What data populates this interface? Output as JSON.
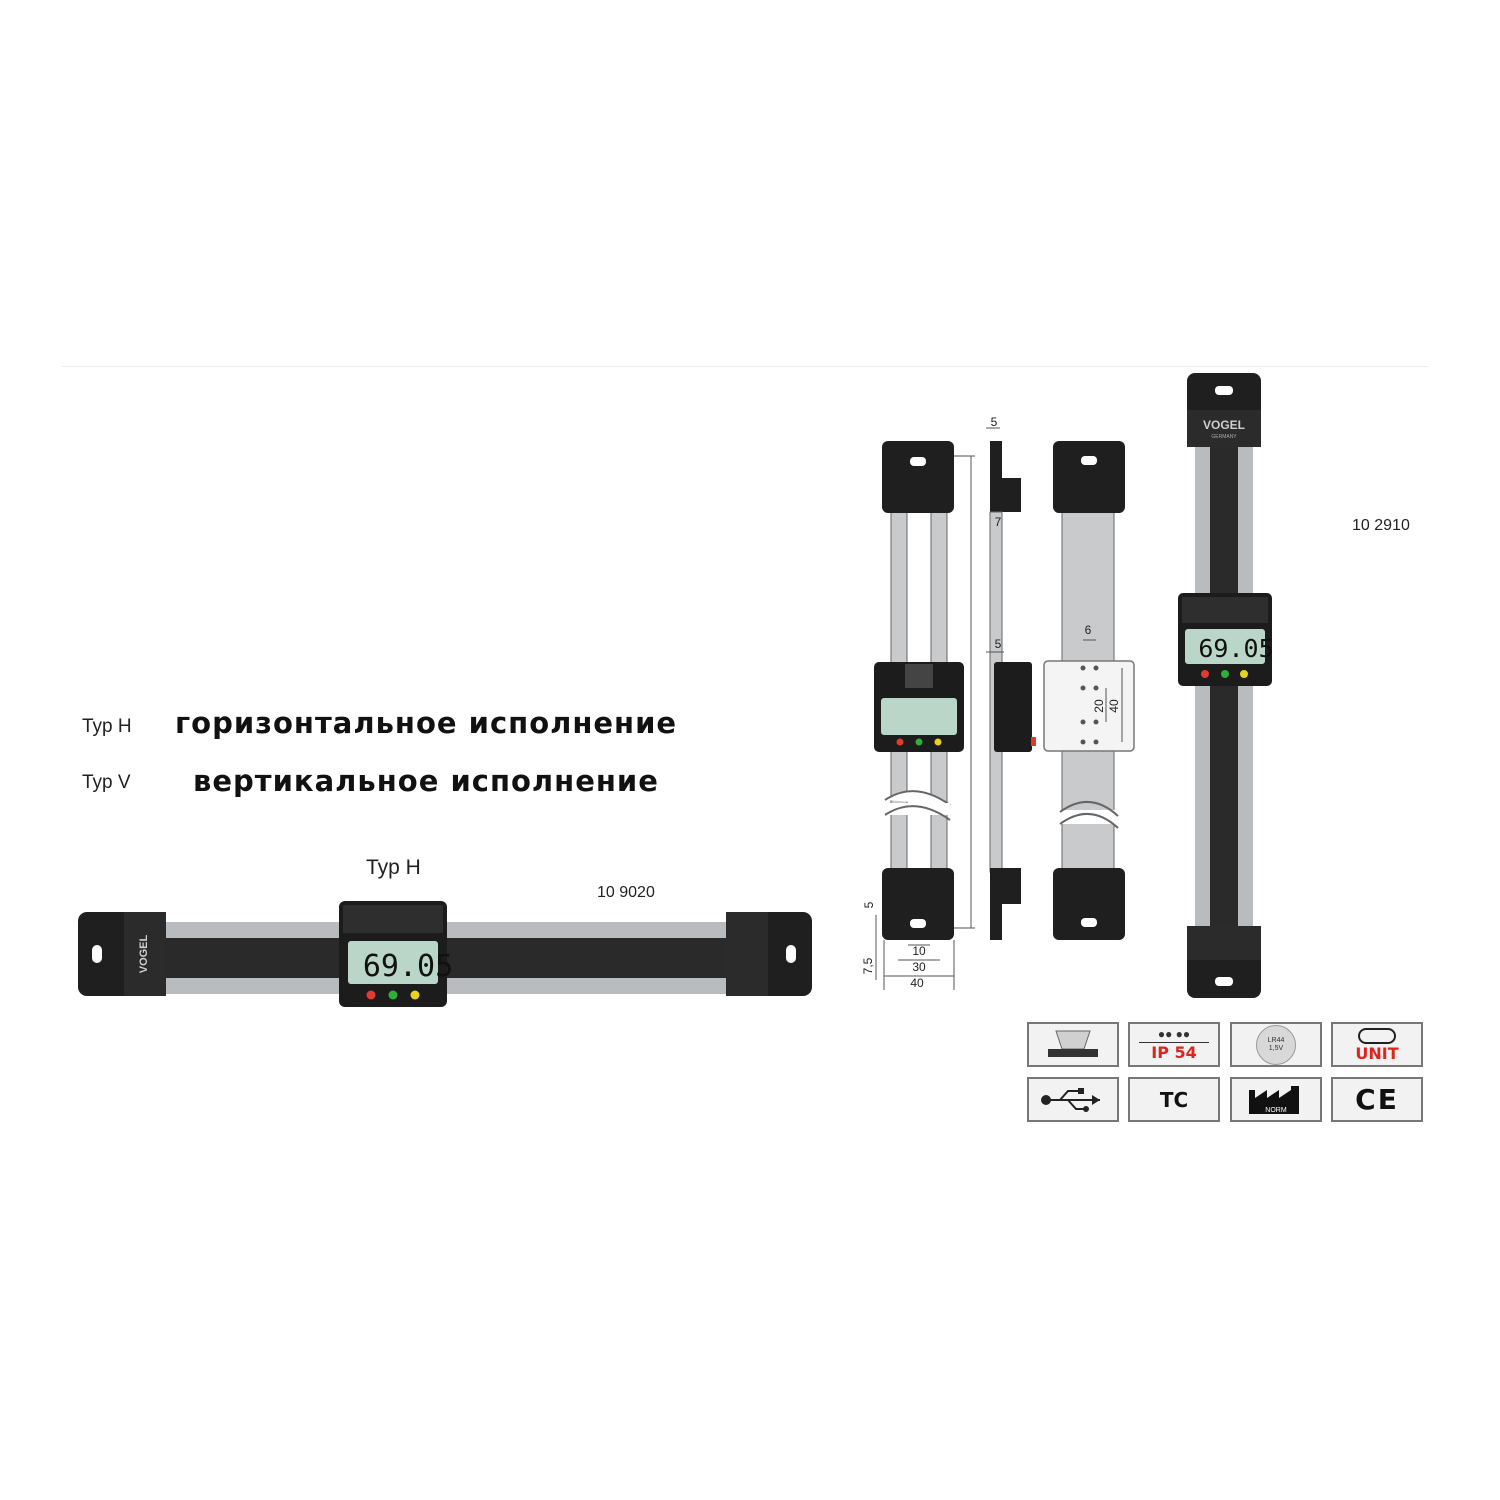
{
  "labels": {
    "typ_h_prefix": "Typ H",
    "typ_h_text": "горизонтальное исполнение",
    "typ_v_prefix": "Typ V",
    "typ_v_text": "вертикальное исполнение",
    "typ_h_caption": "Typ H"
  },
  "articles": {
    "horizontal": "10 9020",
    "vertical": "10 2910"
  },
  "display": {
    "reading": "69.05",
    "brand": "VOGEL",
    "brand_sub": "GERMANY",
    "button_colors": [
      "#e23b2e",
      "#2fae3c",
      "#e8d21c"
    ]
  },
  "dimensions": {
    "top_thickness": "5",
    "step": "7",
    "mid_thickness": "5",
    "hole_spacing": "6",
    "hole_pitch": "20",
    "hole_span": "40",
    "bottom_offset": "5",
    "bottom_height": "7,5",
    "width_inner": "10",
    "width_mid": "30",
    "width_outer": "40"
  },
  "badges": [
    {
      "icon": "measuring-surface-icon",
      "text": ""
    },
    {
      "icon": "water-drops-icon",
      "text": "IP 54"
    },
    {
      "icon": "battery-icon",
      "text": "LR44\n1,5V"
    },
    {
      "icon": "unit-switch-icon",
      "text": "UNIT"
    },
    {
      "icon": "usb-icon",
      "text": ""
    },
    {
      "icon": "",
      "text": "TC"
    },
    {
      "icon": "factory-norm-icon",
      "text": "NORM"
    },
    {
      "icon": "ce-mark-icon",
      "text": "CE"
    }
  ],
  "colors": {
    "housing": "#1f1f1f",
    "rail_light": "#b8bcbe",
    "rail_dark": "#2a2a2a",
    "lcd": "#b9d6c8",
    "badge_red": "#e0231b"
  }
}
